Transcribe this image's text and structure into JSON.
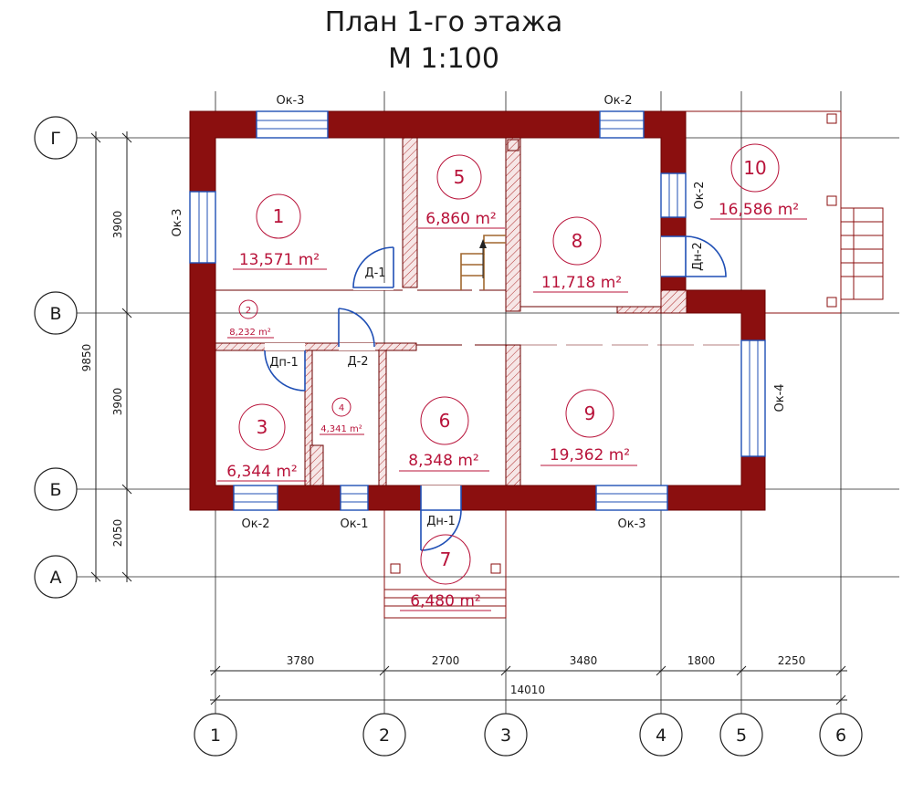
{
  "title": {
    "line1": "План 1-го этажа",
    "line2": "М 1:100"
  },
  "axes": {
    "columns": [
      "1",
      "2",
      "3",
      "4",
      "5",
      "6"
    ],
    "rows": [
      "Г",
      "В",
      "Б",
      "А"
    ]
  },
  "dimensions": {
    "horizontal": [
      "3780",
      "2700",
      "3480",
      "1800",
      "2250"
    ],
    "horizontal_total": "14010",
    "vertical": [
      "3900",
      "3900",
      "2050"
    ],
    "vertical_total": "9850"
  },
  "rooms": [
    {
      "number": "1",
      "area": "13,571 m²"
    },
    {
      "number": "2",
      "area": "8,232 m²"
    },
    {
      "number": "3",
      "area": "6,344 m²"
    },
    {
      "number": "4",
      "area": "4,341 m²"
    },
    {
      "number": "5",
      "area": "6,860 m²"
    },
    {
      "number": "6",
      "area": "8,348 m²"
    },
    {
      "number": "7",
      "area": "6,480 m²"
    },
    {
      "number": "8",
      "area": "11,718 m²"
    },
    {
      "number": "9",
      "area": "19,362 m²"
    },
    {
      "number": "10",
      "area": "16,586 m²"
    }
  ],
  "windows": {
    "top_left": "Ок-3",
    "top_right": "Ок-2",
    "left": "Ок-3",
    "right_upper": "Ок-2",
    "right_lower": "Ок-4",
    "bottom_left": "Ок-2",
    "bottom_mid": "Ок-1",
    "bottom_right": "Ок-3"
  },
  "doors": {
    "d1": "Д-1",
    "d2": "Д-2",
    "dp1": "Дп-1",
    "dn1": "Дн-1",
    "dn2": "Дн-2"
  },
  "colors": {
    "wall": "#8b0f0f",
    "room_label": "#b8133a",
    "openings": "#1f4fb5",
    "stair": "#a0672e"
  }
}
